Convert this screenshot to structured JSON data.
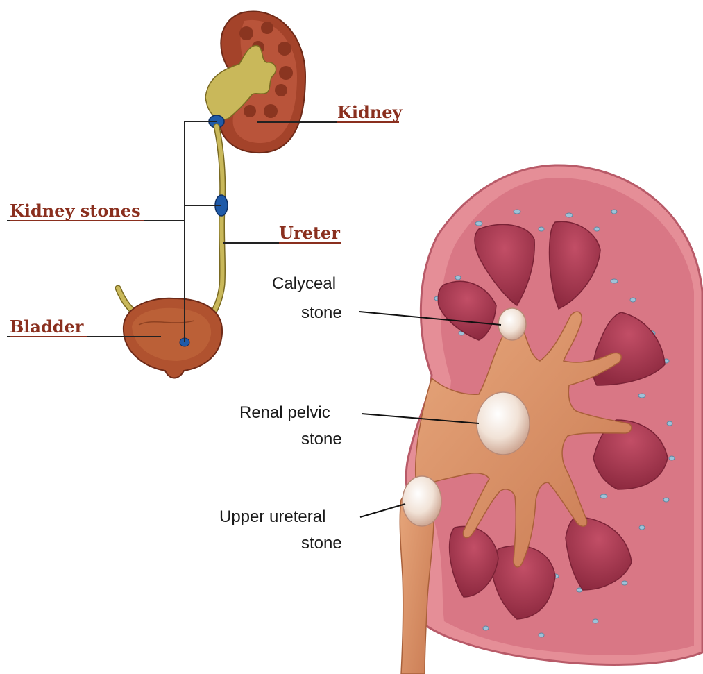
{
  "overview_labels": {
    "kidney": "Kidney",
    "kidney_stones": "Kidney stones",
    "ureter": "Ureter",
    "bladder": "Bladder"
  },
  "detail_labels": {
    "calyceal_line1": "Calyceal",
    "calyceal_line2": "stone",
    "renal_line1": "Renal pelvic",
    "renal_line2": "stone",
    "upper_line1": "Upper ureteral",
    "upper_line2": "stone"
  },
  "colors": {
    "label_brown": "#8a2f1e",
    "kidney_outer": "#9e3f27",
    "pelvis_yellow": "#c9b85a",
    "stone_blue": "#1f5aa8",
    "cortex_pink": "#d67a86",
    "pyramid_red": "#a8374e",
    "pelvis_tan": "#d9946a",
    "stone_cream": "#f3e6da"
  }
}
